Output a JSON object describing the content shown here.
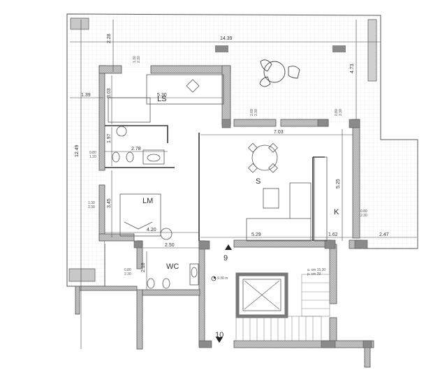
{
  "plan": {
    "rooms": [
      {
        "id": "ls",
        "label": "LS"
      },
      {
        "id": "lm",
        "label": "LM"
      },
      {
        "id": "s",
        "label": "S"
      },
      {
        "id": "k",
        "label": "K"
      },
      {
        "id": "wc",
        "label": "WC"
      }
    ],
    "dimensions": {
      "overall_width": "14.39",
      "overall_height": "12.49",
      "terrace_top_depth": "2.28",
      "terrace_right_depth": "4.73",
      "terrace_left_width": "1.39",
      "ls_width": "5.30",
      "ls_depth": "3.03",
      "bath_depth": "1.97",
      "bath_width": "2.78",
      "lm_depth": "3.45",
      "lm_width": "4.20",
      "s_width_top": "7.03",
      "s_width_bottom": "5.29",
      "k_depth": "5.25",
      "k_width": "1.62",
      "terrace_right_width": "2.47",
      "wc_width": "2.50",
      "wc_depth": "2.18"
    },
    "openings": [
      {
        "id": "ls-window",
        "w": "1.30",
        "h": "2.30"
      },
      {
        "id": "s-door-terrace",
        "w": "2.60",
        "h": "2.30"
      },
      {
        "id": "k-door-terrace",
        "w": "0.80",
        "h": "2.30"
      },
      {
        "id": "bath-window",
        "w": "0.80",
        "h": "1.20"
      },
      {
        "id": "lm-window",
        "w": "1.30",
        "h": "2.30"
      },
      {
        "id": "k-window",
        "w": "0.80",
        "h": "2.30"
      },
      {
        "id": "wc-window",
        "w": "0.80",
        "h": "2.30"
      }
    ],
    "section_markers": [
      {
        "id": "marker-9",
        "label": "9"
      },
      {
        "id": "marker-10",
        "label": "10"
      }
    ],
    "elevation_mark": "9.30 m",
    "stair_notes": [
      "a. cm 15,30",
      "p. cm 29"
    ],
    "colors": {
      "wall_fill": "#b8b8b8",
      "wall_dark": "#8a8a8a",
      "line": "#444444",
      "grid": "#e2e2e2"
    }
  }
}
